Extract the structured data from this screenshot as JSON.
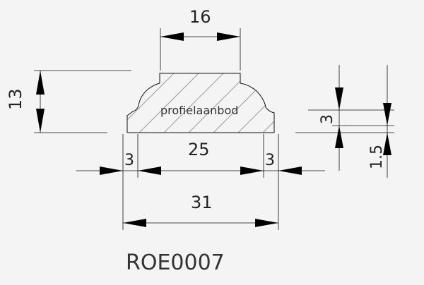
{
  "drawing": {
    "code": "ROE0007",
    "watermark": "profielaanbod",
    "colors": {
      "background": "#f4f4f4",
      "lines": "#111111",
      "hatch": "#9a9a9a"
    },
    "dimensions": {
      "top_width": "16",
      "height": "13",
      "bottom_width": "25",
      "left_step": "3",
      "right_step": "3",
      "total_width": "31",
      "step_height": "3",
      "base_height": "1.5"
    }
  }
}
